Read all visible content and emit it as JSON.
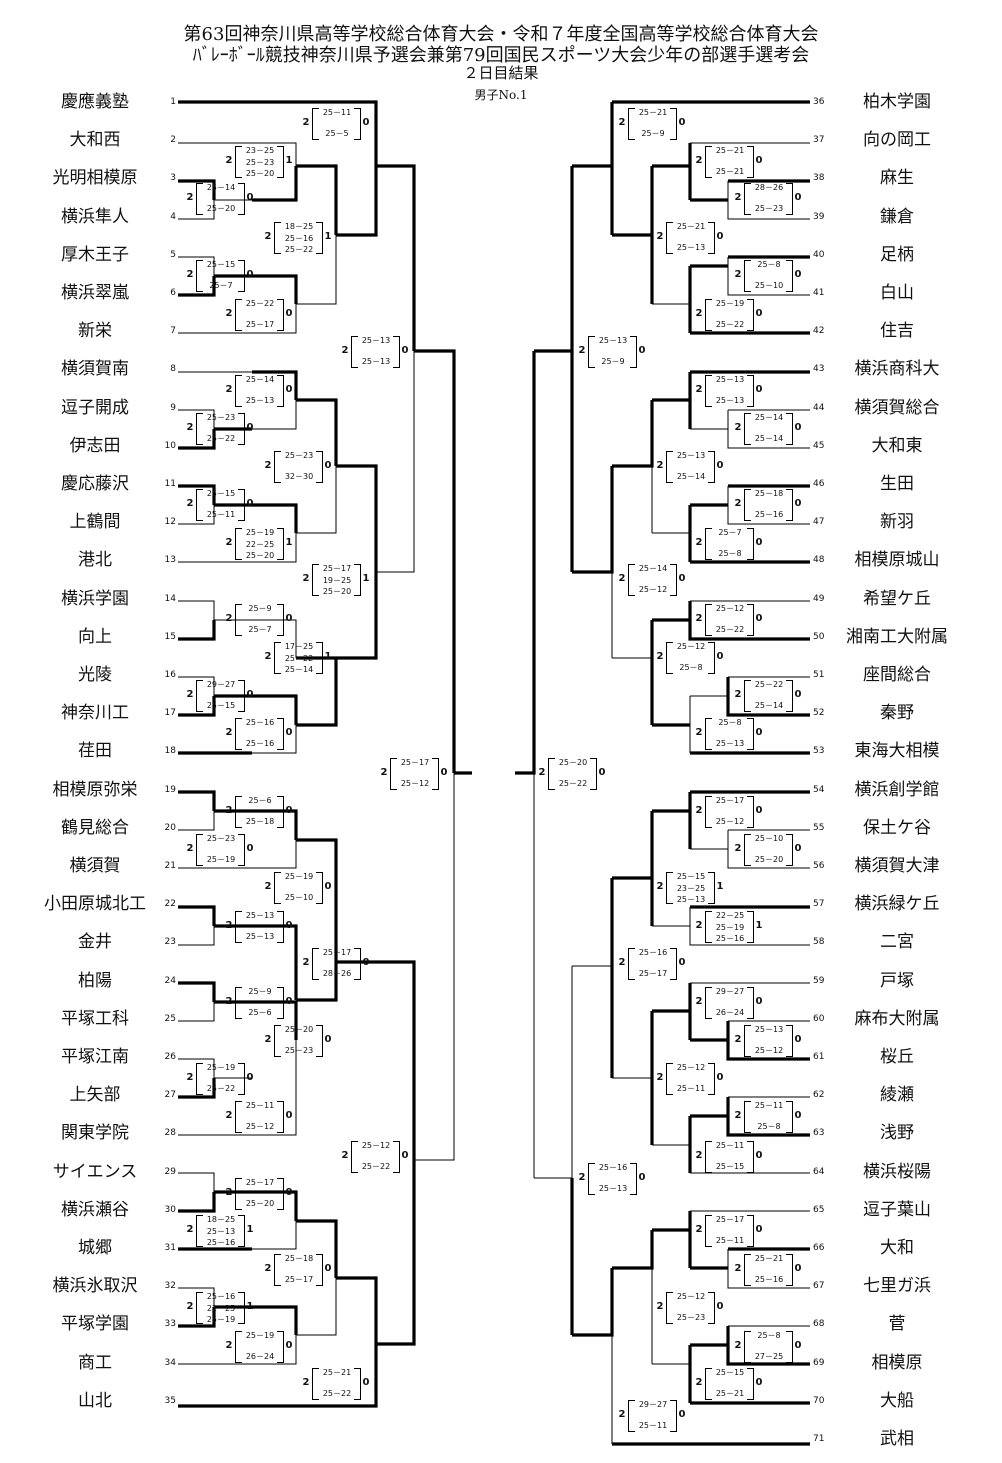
{
  "header": {
    "title1": "第63回神奈川県高等学校総合体育大会・令和７年度全国高等学校総合体育大会",
    "title2": "ﾊﾞﾚｰﾎﾞｰﾙ競技神奈川県予選会兼第79回国民スポーツ大会少年の部選手選考会",
    "title3": "２日目結果",
    "division": "男子No.1"
  },
  "teams_left": [
    "慶應義塾",
    "大和西",
    "光明相模原",
    "横浜隼人",
    "厚木王子",
    "横浜翠嵐",
    "新栄",
    "横須賀南",
    "逗子開成",
    "伊志田",
    "慶応藤沢",
    "上鶴間",
    "港北",
    "横浜学園",
    "向上",
    "光陵",
    "神奈川工",
    "荏田",
    "相模原弥栄",
    "鶴見総合",
    "横須賀",
    "小田原城北工",
    "金井",
    "柏陽",
    "平塚工科",
    "平塚江南",
    "上矢部",
    "関東学院",
    "サイエンス",
    "横浜瀬谷",
    "城郷",
    "横浜氷取沢",
    "平塚学園",
    "商工",
    "山北"
  ],
  "teams_right": [
    "柏木学園",
    "向の岡工",
    "麻生",
    "鎌倉",
    "足柄",
    "白山",
    "住吉",
    "横浜商科大",
    "横須賀総合",
    "大和東",
    "生田",
    "新羽",
    "相模原城山",
    "希望ケ丘",
    "湘南工大附属",
    "座間総合",
    "秦野",
    "東海大相模",
    "横浜創学館",
    "保土ケ谷",
    "横須賀大津",
    "横浜緑ケ丘",
    "二宮",
    "戸塚",
    "麻布大附属",
    "桜丘",
    "綾瀬",
    "浅野",
    "横浜桜陽",
    "逗子葉山",
    "大和",
    "七里ガ浜",
    "菅",
    "相模原",
    "大船",
    "武相"
  ],
  "seeds_left": [
    "1",
    "2",
    "3",
    "4",
    "5",
    "6",
    "7",
    "8",
    "9",
    "10",
    "11",
    "12",
    "13",
    "14",
    "15",
    "16",
    "17",
    "18",
    "19",
    "20",
    "21",
    "22",
    "23",
    "24",
    "25",
    "26",
    "27",
    "28",
    "29",
    "30",
    "31",
    "32",
    "33",
    "34",
    "35"
  ],
  "seeds_right": [
    "36",
    "37",
    "38",
    "39",
    "40",
    "41",
    "42",
    "43",
    "44",
    "45",
    "46",
    "47",
    "48",
    "49",
    "50",
    "51",
    "52",
    "53",
    "54",
    "55",
    "56",
    "57",
    "58",
    "59",
    "60",
    "61",
    "62",
    "63",
    "64",
    "65",
    "66",
    "67",
    "68",
    "69",
    "70",
    "71"
  ],
  "scores": [
    {
      "a": "2",
      "b": "0",
      "sets": [
        "25－11",
        "25－5"
      ]
    },
    {
      "a": "2",
      "b": "1",
      "sets": [
        "23－25",
        "25－23",
        "25－20"
      ]
    },
    {
      "a": "2",
      "b": "0",
      "sets": [
        "25－14",
        "25－20"
      ]
    },
    {
      "a": "2",
      "b": "1",
      "sets": [
        "18－25",
        "25－16",
        "25－22"
      ]
    },
    {
      "a": "2",
      "b": "0",
      "sets": [
        "25－15",
        "25－7"
      ]
    },
    {
      "a": "2",
      "b": "0",
      "sets": [
        "25－22",
        "25－17"
      ]
    },
    {
      "a": "2",
      "b": "0",
      "sets": [
        "25－13",
        "25－13"
      ]
    },
    {
      "a": "2",
      "b": "0",
      "sets": [
        "25－14",
        "25－13"
      ]
    },
    {
      "a": "2",
      "b": "0",
      "sets": [
        "25－23",
        "25－22"
      ]
    },
    {
      "a": "2",
      "b": "0",
      "sets": [
        "25－23",
        "32－30"
      ]
    },
    {
      "a": "2",
      "b": "0",
      "sets": [
        "25－15",
        "25－11"
      ]
    },
    {
      "a": "2",
      "b": "1",
      "sets": [
        "25－19",
        "22－25",
        "25－20"
      ]
    },
    {
      "a": "2",
      "b": "1",
      "sets": [
        "25－17",
        "19－25",
        "25－20"
      ]
    },
    {
      "a": "2",
      "b": "0",
      "sets": [
        "25－9",
        "25－7"
      ]
    },
    {
      "a": "2",
      "b": "1",
      "sets": [
        "17－25",
        "25－22",
        "25－14"
      ]
    },
    {
      "a": "2",
      "b": "0",
      "sets": [
        "29－27",
        "25－15"
      ]
    },
    {
      "a": "2",
      "b": "0",
      "sets": [
        "25－16",
        "25－16"
      ]
    },
    {
      "a": "2",
      "b": "0",
      "sets": [
        "25－17",
        "25－12"
      ]
    },
    {
      "a": "2",
      "b": "0",
      "sets": [
        "25－6",
        "25－18"
      ]
    },
    {
      "a": "2",
      "b": "0",
      "sets": [
        "25－23",
        "25－19"
      ]
    },
    {
      "a": "2",
      "b": "0",
      "sets": [
        "25－19",
        "25－10"
      ]
    },
    {
      "a": "2",
      "b": "0",
      "sets": [
        "25－13",
        "25－13"
      ]
    },
    {
      "a": "2",
      "b": "0",
      "sets": [
        "25－17",
        "28－26"
      ]
    },
    {
      "a": "2",
      "b": "0",
      "sets": [
        "25－9",
        "25－6"
      ]
    },
    {
      "a": "2",
      "b": "0",
      "sets": [
        "25－20",
        "25－23"
      ]
    },
    {
      "a": "2",
      "b": "0",
      "sets": [
        "25－19",
        "25－22"
      ]
    },
    {
      "a": "2",
      "b": "0",
      "sets": [
        "25－11",
        "25－12"
      ]
    },
    {
      "a": "2",
      "b": "0",
      "sets": [
        "25－12",
        "25－22"
      ]
    },
    {
      "a": "2",
      "b": "0",
      "sets": [
        "25－17",
        "25－20"
      ]
    },
    {
      "a": "2",
      "b": "1",
      "sets": [
        "18－25",
        "25－13",
        "25－16"
      ]
    },
    {
      "a": "2",
      "b": "0",
      "sets": [
        "25－18",
        "25－17"
      ]
    },
    {
      "a": "2",
      "b": "1",
      "sets": [
        "25－16",
        "21－25",
        "25－19"
      ]
    },
    {
      "a": "2",
      "b": "0",
      "sets": [
        "25－19",
        "26－24"
      ]
    },
    {
      "a": "2",
      "b": "0",
      "sets": [
        "25－21",
        "25－22"
      ]
    },
    {
      "a": "2",
      "b": "0",
      "sets": [
        "25－21",
        "25－9"
      ]
    },
    {
      "a": "2",
      "b": "0",
      "sets": [
        "25－21",
        "25－21"
      ]
    },
    {
      "a": "2",
      "b": "0",
      "sets": [
        "28－26",
        "25－23"
      ]
    },
    {
      "a": "2",
      "b": "0",
      "sets": [
        "25－21",
        "25－13"
      ]
    },
    {
      "a": "2",
      "b": "0",
      "sets": [
        "25－8",
        "25－10"
      ]
    },
    {
      "a": "2",
      "b": "0",
      "sets": [
        "25－19",
        "25－22"
      ]
    },
    {
      "a": "2",
      "b": "0",
      "sets": [
        "25－13",
        "25－9"
      ]
    },
    {
      "a": "2",
      "b": "0",
      "sets": [
        "25－13",
        "25－13"
      ]
    },
    {
      "a": "2",
      "b": "0",
      "sets": [
        "25－14",
        "25－14"
      ]
    },
    {
      "a": "2",
      "b": "0",
      "sets": [
        "25－13",
        "25－14"
      ]
    },
    {
      "a": "2",
      "b": "0",
      "sets": [
        "25－18",
        "25－16"
      ]
    },
    {
      "a": "2",
      "b": "0",
      "sets": [
        "25－7",
        "25－8"
      ]
    },
    {
      "a": "2",
      "b": "0",
      "sets": [
        "25－14",
        "25－12"
      ]
    },
    {
      "a": "2",
      "b": "0",
      "sets": [
        "25－12",
        "25－22"
      ]
    },
    {
      "a": "2",
      "b": "0",
      "sets": [
        "25－12",
        "25－8"
      ]
    },
    {
      "a": "2",
      "b": "0",
      "sets": [
        "25－22",
        "25－14"
      ]
    },
    {
      "a": "2",
      "b": "0",
      "sets": [
        "25－8",
        "25－13"
      ]
    },
    {
      "a": "2",
      "b": "0",
      "sets": [
        "25－20",
        "25－22"
      ]
    },
    {
      "a": "2",
      "b": "0",
      "sets": [
        "25－17",
        "25－12"
      ]
    },
    {
      "a": "2",
      "b": "0",
      "sets": [
        "25－10",
        "25－20"
      ]
    },
    {
      "a": "2",
      "b": "1",
      "sets": [
        "25－15",
        "23－25",
        "25－13"
      ]
    },
    {
      "a": "2",
      "b": "1",
      "sets": [
        "22－25",
        "25－19",
        "25－16"
      ]
    },
    {
      "a": "2",
      "b": "0",
      "sets": [
        "25－16",
        "25－17"
      ]
    },
    {
      "a": "2",
      "b": "0",
      "sets": [
        "29－27",
        "26－24"
      ]
    },
    {
      "a": "2",
      "b": "0",
      "sets": [
        "25－13",
        "25－12"
      ]
    },
    {
      "a": "2",
      "b": "0",
      "sets": [
        "25－12",
        "25－11"
      ]
    },
    {
      "a": "2",
      "b": "0",
      "sets": [
        "25－11",
        "25－8"
      ]
    },
    {
      "a": "2",
      "b": "0",
      "sets": [
        "25－11",
        "25－15"
      ]
    },
    {
      "a": "2",
      "b": "0",
      "sets": [
        "25－16",
        "25－13"
      ]
    },
    {
      "a": "2",
      "b": "0",
      "sets": [
        "25－17",
        "25－11"
      ]
    },
    {
      "a": "2",
      "b": "0",
      "sets": [
        "25－21",
        "25－16"
      ]
    },
    {
      "a": "2",
      "b": "0",
      "sets": [
        "25－12",
        "25－23"
      ]
    },
    {
      "a": "2",
      "b": "0",
      "sets": [
        "25－8",
        "27－25"
      ]
    },
    {
      "a": "2",
      "b": "0",
      "sets": [
        "25－15",
        "25－21"
      ]
    },
    {
      "a": "2",
      "b": "0",
      "sets": [
        "29－27",
        "25－11"
      ]
    }
  ]
}
